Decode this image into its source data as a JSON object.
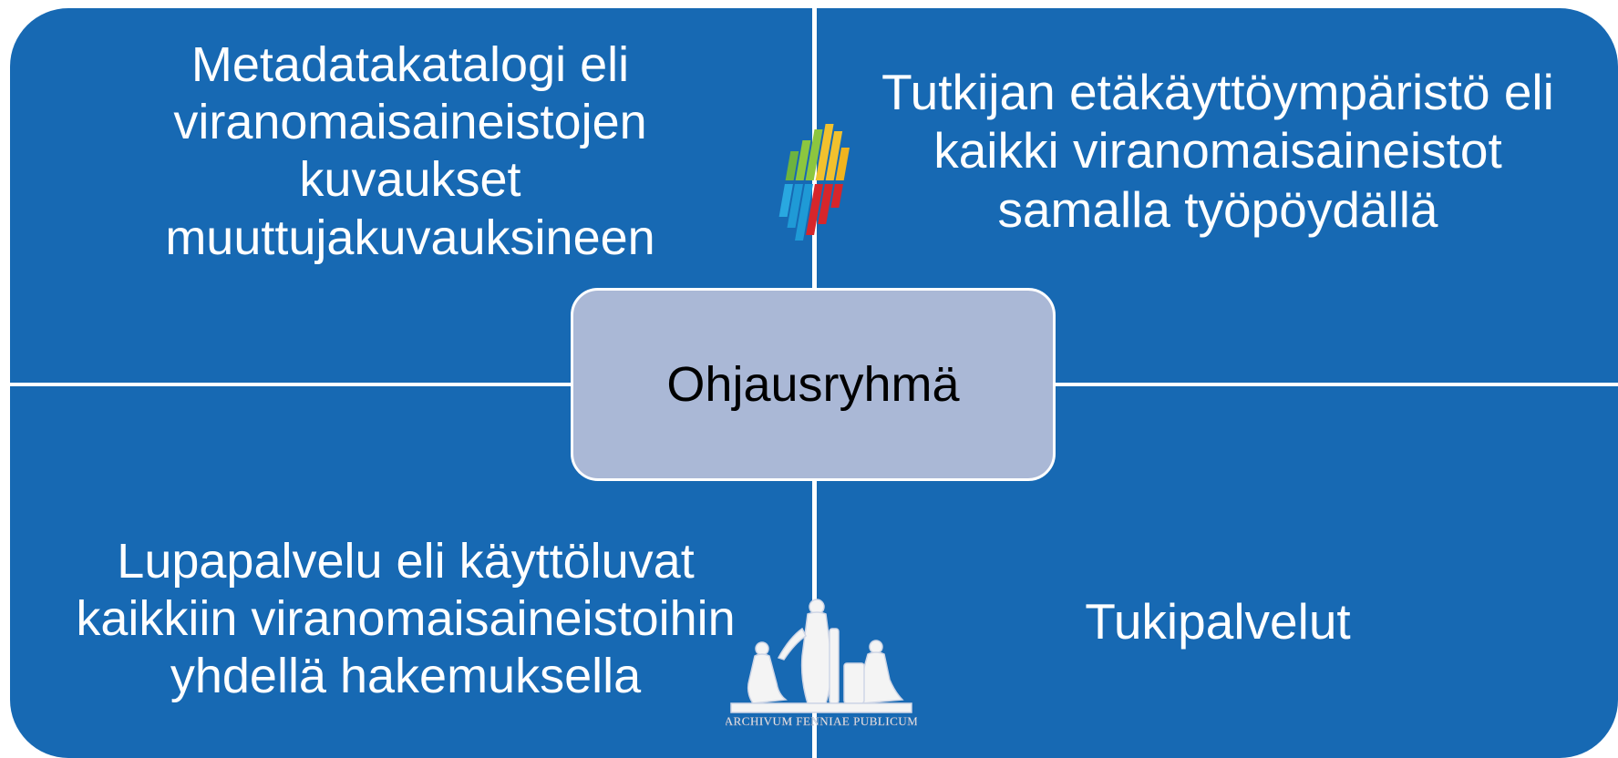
{
  "diagram": {
    "center": {
      "label": "Ohjausryhmä"
    },
    "quadrants": {
      "top_left": {
        "lines": [
          "Metadatakatalogi eli",
          "viranomaisaineistojen",
          "kuvaukset",
          "muuttujakuvauksineen"
        ]
      },
      "top_right": {
        "lines": [
          "Tutkijan etäkäyttöympäristö eli",
          "kaikki viranomaisaineistot",
          "samalla työpöydällä"
        ]
      },
      "bottom_left": {
        "lines": [
          "Lupapalvelu eli käyttöluvat",
          "kaikkiin viranomaisaineistoihin",
          "yhdellä hakemuksella"
        ]
      },
      "bottom_right": {
        "lines": [
          "Tukipalvelut"
        ]
      }
    },
    "logos": {
      "top": "striped-color-logo",
      "bottom": "statues-seal-logo",
      "bottom_seal_text": "ARCHIVUM FENNIAE PUBLICUM"
    }
  },
  "colors": {
    "quadrant_blue": "#1769b3",
    "center_fill": "#aab8d6",
    "divider": "#ffffff",
    "text_light": "#ffffff",
    "text_dark": "#000000"
  }
}
